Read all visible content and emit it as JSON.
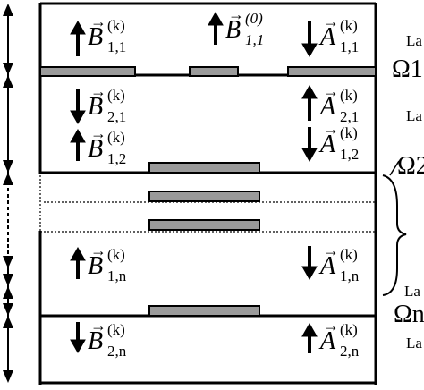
{
  "symbols": {
    "b11": {
      "letter": "B",
      "sup": "(k)",
      "sub": "1,1",
      "dir": "up"
    },
    "b11_0": {
      "letter": "B",
      "sup": "(0)",
      "sub": "1,1",
      "dir": "up"
    },
    "a11": {
      "letter": "A",
      "sup": "(k)",
      "sub": "1,1",
      "dir": "down"
    },
    "b21": {
      "letter": "B",
      "sup": "(k)",
      "sub": "2,1",
      "dir": "down"
    },
    "a21": {
      "letter": "A",
      "sup": "(k)",
      "sub": "2,1",
      "dir": "up"
    },
    "b12": {
      "letter": "B",
      "sup": "(k)",
      "sub": "1,2",
      "dir": "up"
    },
    "a12": {
      "letter": "A",
      "sup": "(k)",
      "sub": "1,2",
      "dir": "down"
    },
    "b1n": {
      "letter": "B",
      "sup": "(k)",
      "sub": "1,n",
      "dir": "up"
    },
    "a1n": {
      "letter": "A",
      "sup": "(k)",
      "sub": "1,n",
      "dir": "down"
    },
    "b2n": {
      "letter": "B",
      "sup": "(k)",
      "sub": "2,n",
      "dir": "down"
    },
    "a2n": {
      "letter": "A",
      "sup": "(k)",
      "sub": "2,n",
      "dir": "up"
    }
  },
  "vector_mark": "→",
  "side_labels": {
    "la1": "La",
    "omega1": "Ω1",
    "la2": "La",
    "omega2": "Ω2",
    "la3": "La",
    "omegan": "Ωn",
    "la4": "La"
  },
  "colors": {
    "stroke": "#000000",
    "strip_fill": "#9a9a9a",
    "background": "#ffffff"
  }
}
